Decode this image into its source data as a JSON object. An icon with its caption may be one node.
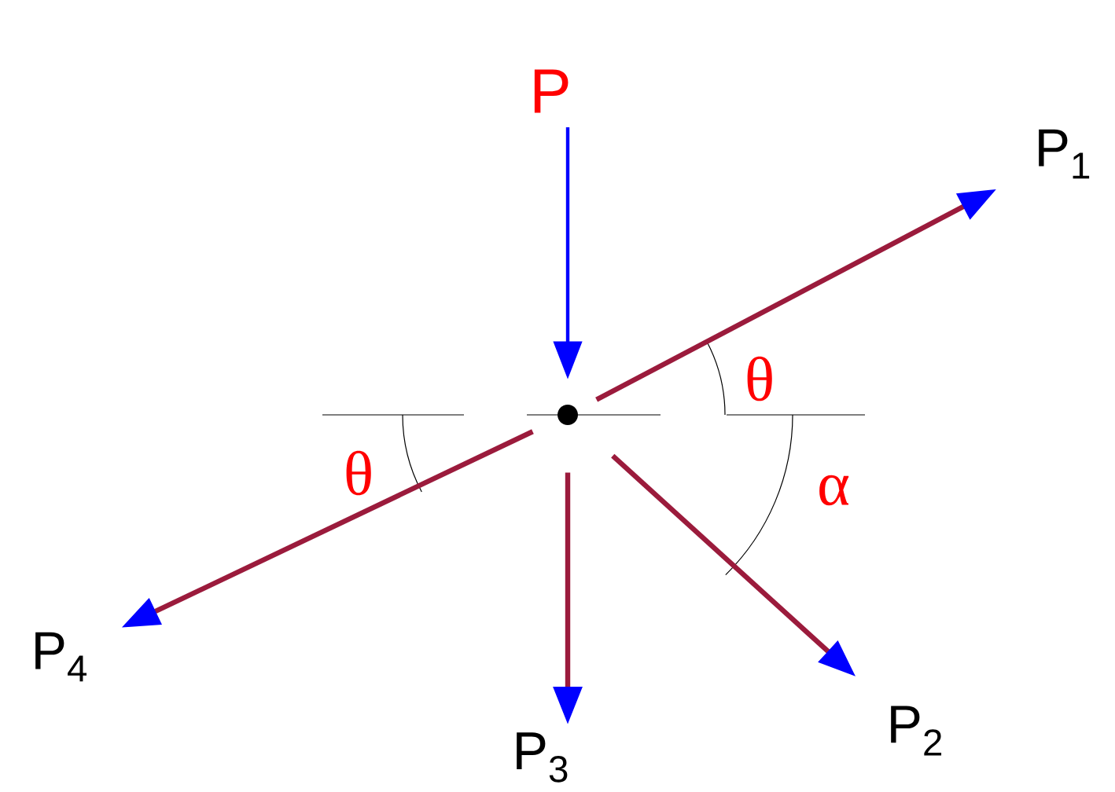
{
  "diagram": {
    "nodes": [
      {
        "text": [
          "P"
        ]
      },
      {
        "text": [
          "P$_{1}$"
        ]
      },
      {
        "text": [
          "P$_{2}$"
        ]
      },
      {
        "text": [
          "P$_{3}$"
        ]
      },
      {
        "text": [
          "P$_{4}$"
        ]
      },
      {
        "text": [],
        "shape": "circle"
      }
    ],
    "edges": [
      {
        "from": 0,
        "to": 5,
        "arrow": "to",
        "color": "#0000ff"
      },
      {
        "from": 5,
        "to": 1,
        "arrow": "to"
      },
      {
        "from": 5,
        "to": 2,
        "arrow": "to"
      },
      {
        "from": 5,
        "to": 3,
        "arrow": "to"
      },
      {
        "from": 5,
        "to": 4,
        "arrow": "to"
      }
    ],
    "labels": [
      "θ",
      "θ",
      "α"
    ]
  }
}
